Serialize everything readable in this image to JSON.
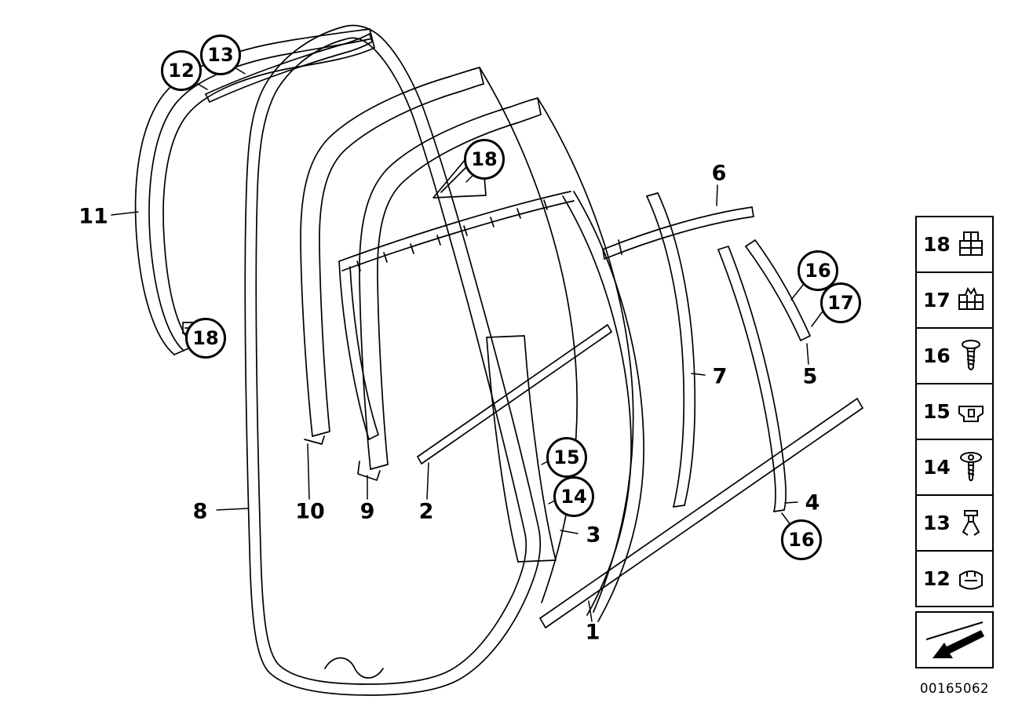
{
  "doc": {
    "number": "00165062"
  },
  "colors": {
    "line": "#000000",
    "background": "#ffffff"
  },
  "callouts": [
    {
      "id": "12",
      "shape": "circled"
    },
    {
      "id": "13",
      "shape": "circled"
    },
    {
      "id": "11",
      "shape": "plain"
    },
    {
      "id": "18",
      "shape": "circled"
    },
    {
      "id": "18",
      "shape": "circled"
    },
    {
      "id": "8",
      "shape": "plain"
    },
    {
      "id": "10",
      "shape": "plain"
    },
    {
      "id": "9",
      "shape": "plain"
    },
    {
      "id": "2",
      "shape": "plain"
    },
    {
      "id": "15",
      "shape": "circled"
    },
    {
      "id": "14",
      "shape": "circled"
    },
    {
      "id": "3",
      "shape": "plain"
    },
    {
      "id": "1",
      "shape": "plain"
    },
    {
      "id": "6",
      "shape": "plain"
    },
    {
      "id": "7",
      "shape": "plain"
    },
    {
      "id": "16",
      "shape": "circled"
    },
    {
      "id": "17",
      "shape": "circled"
    },
    {
      "id": "5",
      "shape": "plain"
    },
    {
      "id": "4",
      "shape": "plain"
    },
    {
      "id": "16",
      "shape": "circled"
    }
  ],
  "legend": {
    "items": [
      {
        "number": "18",
        "icon": "sheet-metal-clip"
      },
      {
        "number": "17",
        "icon": "retaining-bracket-clip"
      },
      {
        "number": "16",
        "icon": "self-tapping-screw"
      },
      {
        "number": "15",
        "icon": "mounting-clip"
      },
      {
        "number": "14",
        "icon": "screw-with-washer"
      },
      {
        "number": "13",
        "icon": "expanding-rivet"
      },
      {
        "number": "12",
        "icon": "spring-clip"
      },
      {
        "number": "",
        "icon": "direction-arrow"
      }
    ]
  }
}
